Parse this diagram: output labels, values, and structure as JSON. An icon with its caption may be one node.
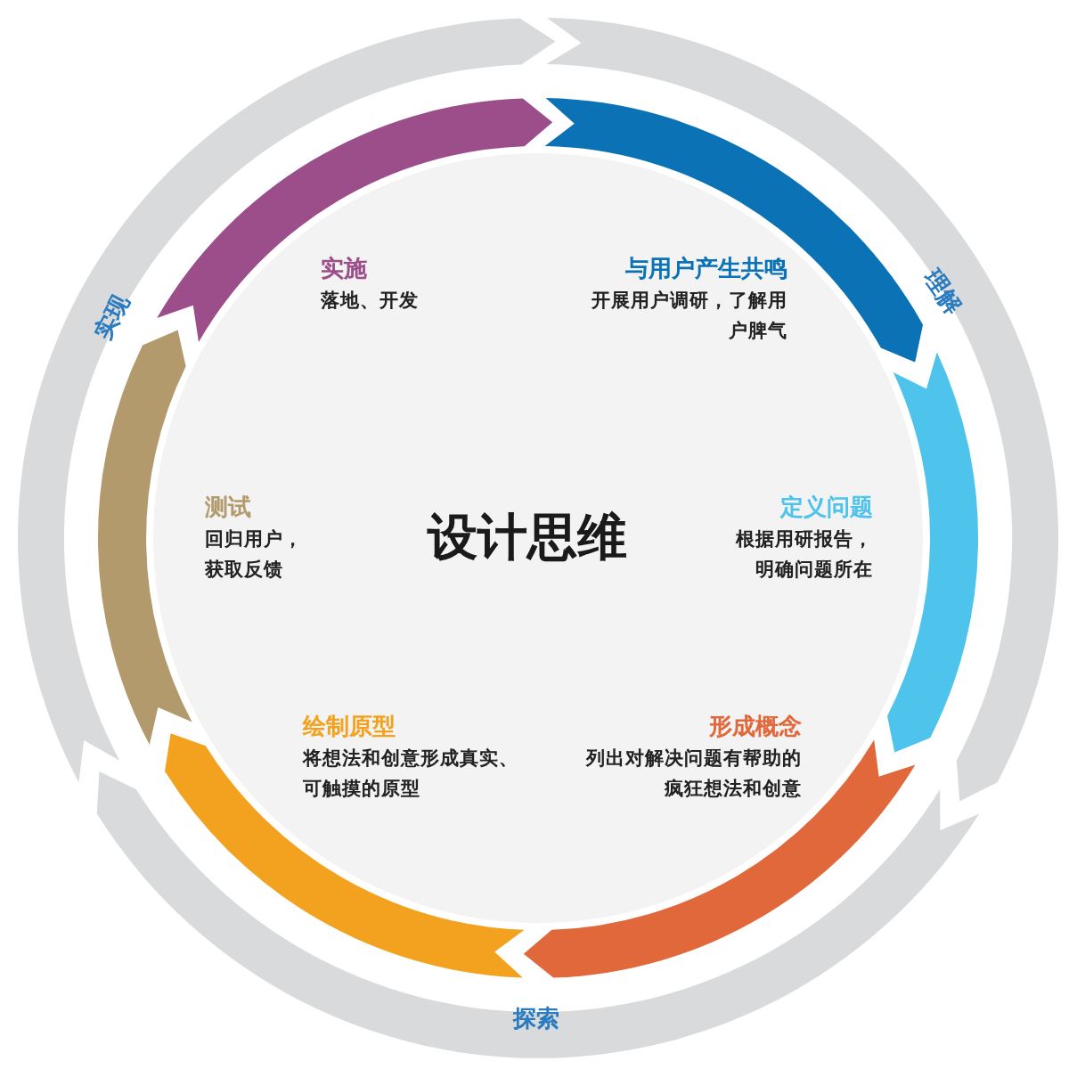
{
  "diagram": {
    "nodes": [
      {
        "text": [
          "设计思维"
        ]
      },
      {
        "text": [
          "与用户产生共鸣",
          "开展用户调研，了解用户脾气"
        ],
        "in": 0
      },
      {
        "text": [
          "定义问题",
          "根据用研报告，明确问题所在"
        ],
        "in": 0
      },
      {
        "text": [
          "形成概念",
          "列出对解决问题有帮助的疯狂想法和创意"
        ],
        "in": 0
      },
      {
        "text": [
          "绘制原型",
          "将想法和创意形成真实、可触摸的原型"
        ],
        "in": 0
      },
      {
        "text": [
          "测试",
          "回归用户，获取反馈"
        ],
        "in": 0
      },
      {
        "text": [
          "实施",
          "落地、开发"
        ],
        "in": 0
      },
      {
        "text": [
          "理解"
        ]
      },
      {
        "text": [
          "探索"
        ]
      },
      {
        "text": [
          "实现"
        ]
      }
    ]
  }
}
